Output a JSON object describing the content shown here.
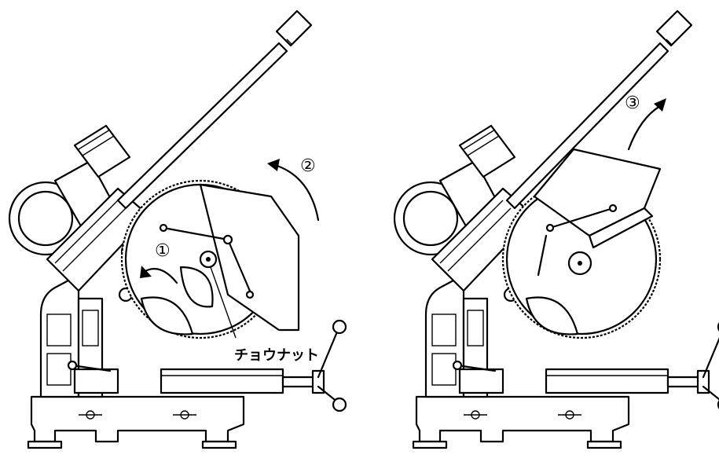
{
  "labels": {
    "step1": "①",
    "step2": "②",
    "step3": "③",
    "wing_nut": "チョウナット"
  },
  "colors": {
    "line": "#000000",
    "background": "#ffffff"
  }
}
